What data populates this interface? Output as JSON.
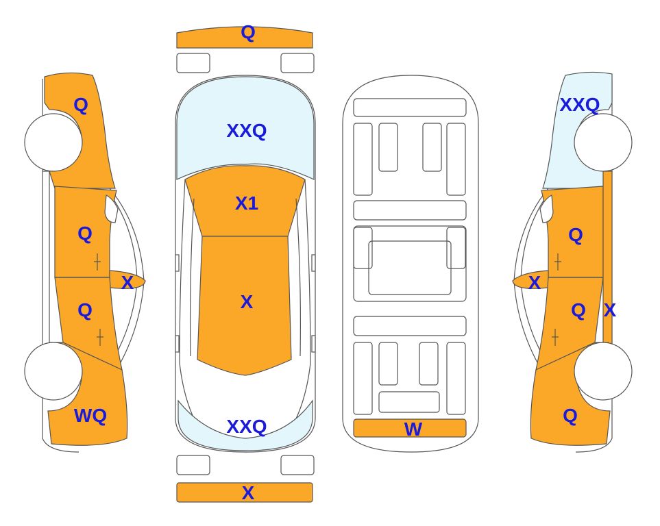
{
  "colors": {
    "damaged": "#FBA829",
    "glass": "#E2F6FB",
    "outline": "#555555",
    "label": "#1A1ADB",
    "background": "#FFFFFF"
  },
  "labels": {
    "front_bumper": "Q",
    "windshield": "XXQ",
    "roof_front": "X1",
    "roof": "X",
    "rear_window": "XXQ",
    "rear_bumper": "X",
    "underbody_rear": "W",
    "left_front_fender": "Q",
    "left_front_door": "Q",
    "left_mirror": "X",
    "left_rear_door": "Q",
    "left_rear_quarter": "WQ",
    "right_front_glass": "XXQ",
    "right_front_door": "Q",
    "right_mirror": "X",
    "right_rear_door": "Q",
    "right_pillar": "X",
    "right_rear_quarter": "Q"
  }
}
